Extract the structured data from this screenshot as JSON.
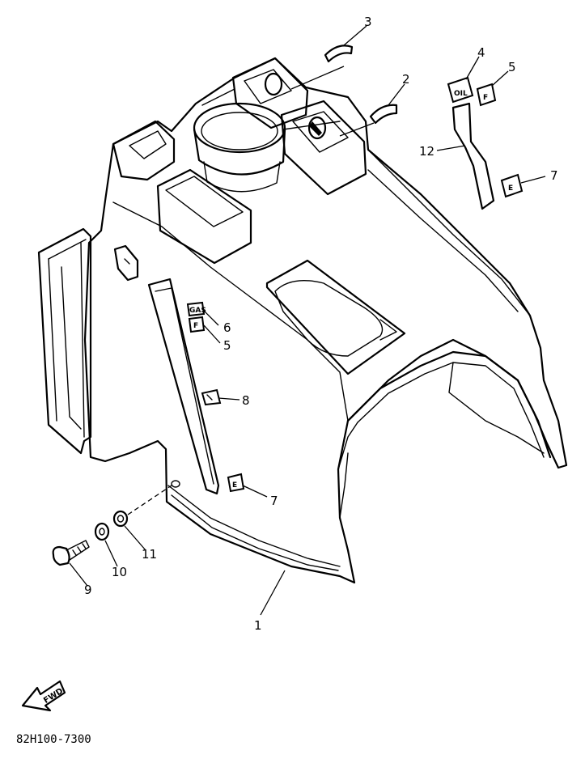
{
  "diagram": {
    "figure_code": "82H100-7300",
    "direction_label": "FWD",
    "callouts": {
      "c1": "1",
      "c2": "2",
      "c3": "3",
      "c4": "4",
      "c5a": "5",
      "c5b": "5",
      "c6": "6",
      "c7a": "7",
      "c7b": "7",
      "c8": "8",
      "c9": "9",
      "c10": "10",
      "c11": "11",
      "c12": "12"
    },
    "decals": {
      "oil": "OIL",
      "f_top": "F",
      "e_top": "E",
      "gas": "GAS",
      "f_side": "F",
      "e_side": "E"
    }
  }
}
